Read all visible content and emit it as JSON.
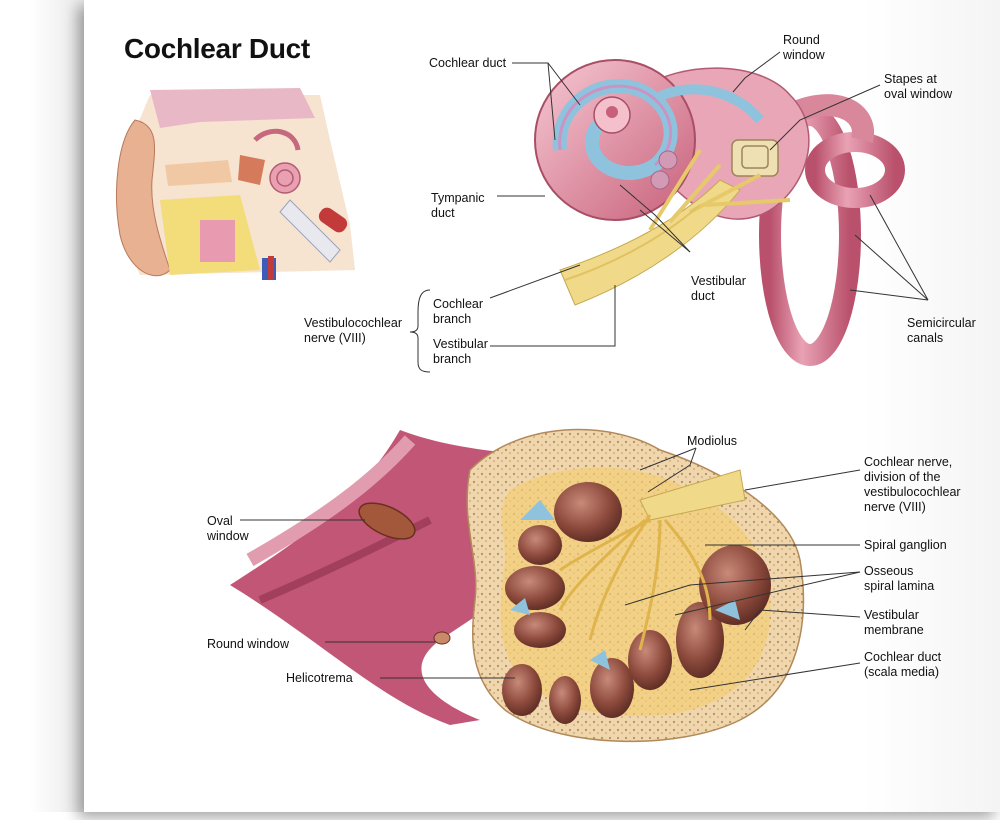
{
  "title": "Cochlear Duct",
  "labels": {
    "cochlear_duct_top": "Cochlear duct",
    "round_window_top_1": "Round",
    "round_window_top_2": "window",
    "stapes_1": "Stapes at",
    "stapes_2": "oval window",
    "tympanic_1": "Tympanic",
    "tympanic_2": "duct",
    "vestibular_duct_1": "Vestibular",
    "vestibular_duct_2": "duct",
    "semicircular_1": "Semicircular",
    "semicircular_2": "canals",
    "nerve_1": "Vestibulocochlear",
    "nerve_2": "nerve (VIII)",
    "cochlear_branch_1": "Cochlear",
    "cochlear_branch_2": "branch",
    "vestibular_branch_1": "Vestibular",
    "vestibular_branch_2": "branch",
    "modiolus": "Modiolus",
    "cochlear_nerve_1": "Cochlear nerve,",
    "cochlear_nerve_2": "division of the",
    "cochlear_nerve_3": "vestibulocochlear",
    "cochlear_nerve_4": "nerve (VIII)",
    "spiral_ganglion": "Spiral ganglion",
    "osseous_1": "Osseous",
    "osseous_2": "spiral lamina",
    "vest_membrane_1": "Vestibular",
    "vest_membrane_2": "membrane",
    "cochlear_duct_sm_1": "Cochlear duct",
    "cochlear_duct_sm_2": "(scala media)",
    "oval_window_1": "Oval",
    "oval_window_2": "window",
    "round_window_bottom": "Round window",
    "helicotrema": "Helicotrema"
  },
  "colors": {
    "tube_pink": "#d4728a",
    "tube_light": "#f2b6c4",
    "duct_blue": "#8fc3dd",
    "nerve_yellow": "#f1d98a",
    "bone": "#ecd3a8",
    "chamber": "#8c4a3c"
  }
}
